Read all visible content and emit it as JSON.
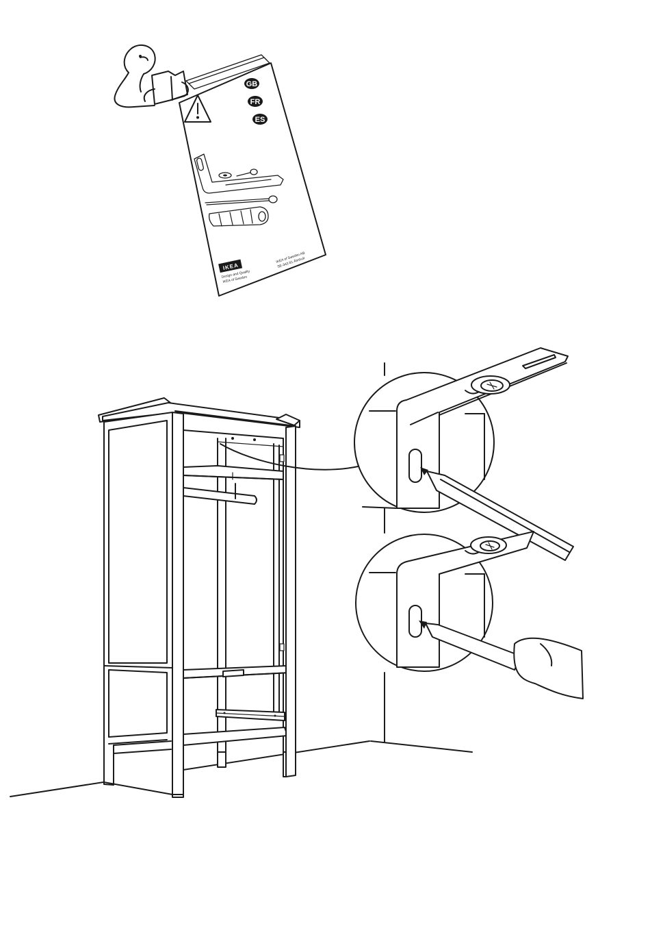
{
  "booklet": {
    "languages": [
      "GB",
      "FR",
      "ES"
    ],
    "brand": "IKEA",
    "tagline_1": "Design and Quality",
    "tagline_2": "IKEA of Sweden",
    "company_1": "IKEA of Sweden AB",
    "company_2": "SE-343 81 Älmhult"
  },
  "icons": [
    "reading-person-icon",
    "warning-triangle-icon",
    "wall-fastener-icon",
    "pencil-icon",
    "screwdriver-icon"
  ]
}
